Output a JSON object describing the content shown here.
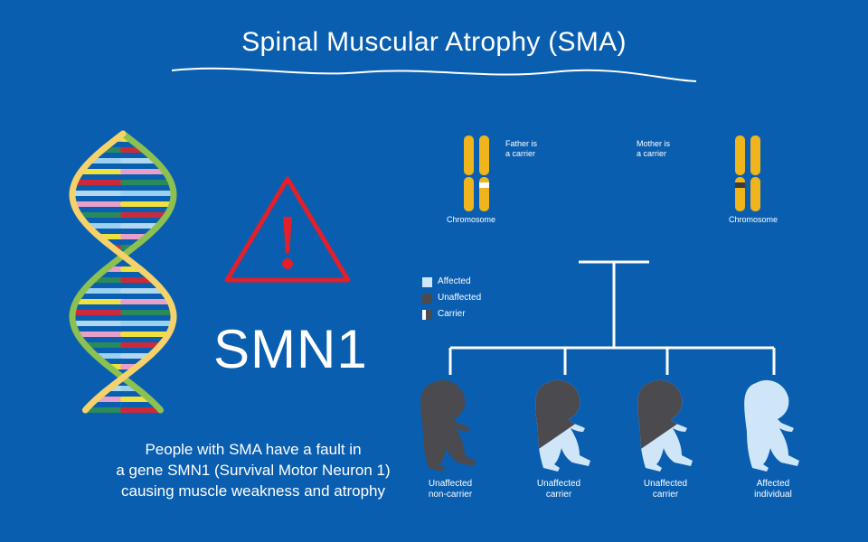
{
  "title": "Spinal Muscular Atrophy (SMA)",
  "gene_name": "SMN1",
  "description_lines": [
    "People with SMA have a fault in",
    "a gene SMN1 (Survival Motor Neuron 1)",
    "causing muscle weakness and atrophy"
  ],
  "father": {
    "label_lines": [
      "Father is",
      "a carrier"
    ],
    "chromosome_label": "Chromosome"
  },
  "mother": {
    "label_lines": [
      "Mother is",
      "a carrier"
    ],
    "chromosome_label": "Chromosome"
  },
  "legend": [
    {
      "label": "Affected",
      "swatch": "affected"
    },
    {
      "label": "Unaffected",
      "swatch": "unaffected"
    },
    {
      "label": "Carrier",
      "swatch": "carrier"
    }
  ],
  "offspring": [
    {
      "lines": [
        "Unaffected",
        "non-carrier"
      ],
      "status": "unaffected"
    },
    {
      "lines": [
        "Unaffected",
        "carrier"
      ],
      "status": "carrier"
    },
    {
      "lines": [
        "Unaffected",
        "carrier"
      ],
      "status": "carrier"
    },
    {
      "lines": [
        "Affected",
        "individual"
      ],
      "status": "affected"
    }
  ],
  "colors": {
    "background": "#0a5eb0",
    "affected": "#cfe6f8",
    "unaffected": "#4a4a4f",
    "chromosome": "#f0b41c",
    "warning": "#e0202a"
  },
  "icons": [
    "dna-helix-icon",
    "warning-triangle-icon"
  ]
}
